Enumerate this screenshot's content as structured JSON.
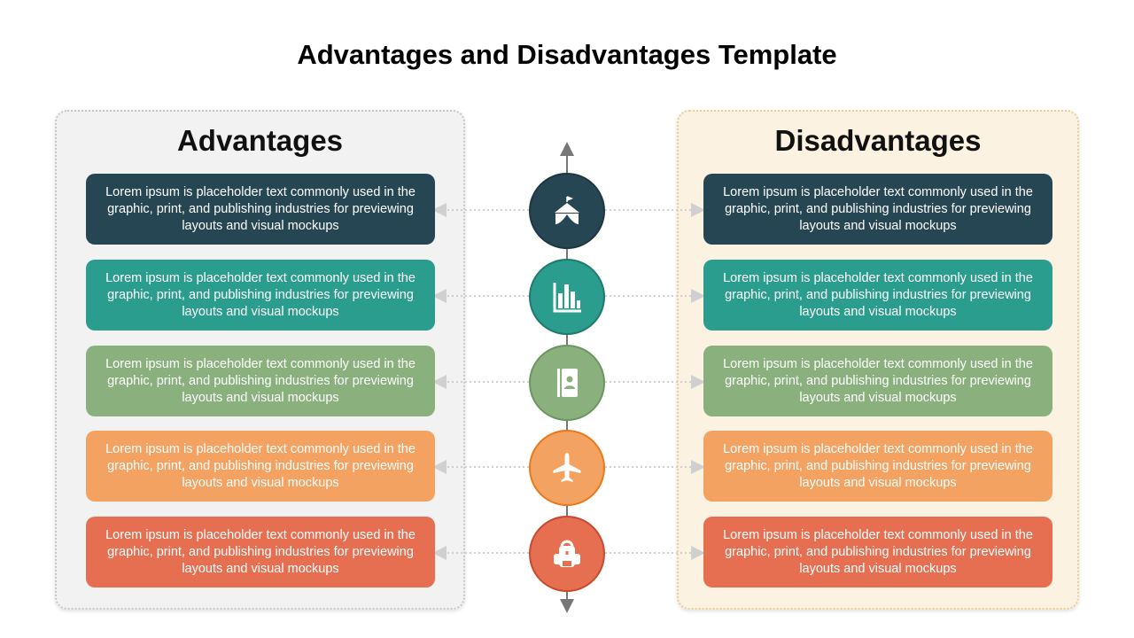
{
  "title": "Advantages and Disadvantages Template",
  "advantages": {
    "heading": "Advantages",
    "items": [
      "Lorem ipsum is placeholder text commonly used in the graphic, print, and publishing industries for previewing layouts and visual mockups",
      "Lorem ipsum is placeholder text commonly used in the graphic, print, and publishing industries for previewing layouts and visual mockups",
      "Lorem ipsum is placeholder text commonly used in the graphic, print, and publishing industries for previewing layouts and visual mockups",
      "Lorem ipsum is placeholder text commonly used in the graphic, print, and publishing industries for previewing layouts and visual mockups",
      "Lorem ipsum is placeholder text commonly used in the graphic, print, and publishing industries for previewing layouts and visual mockups"
    ]
  },
  "disadvantages": {
    "heading": "Disadvantages",
    "items": [
      "Lorem ipsum is placeholder text commonly used in the graphic, print, and publishing industries for previewing layouts and visual mockups",
      "Lorem ipsum is placeholder text commonly used in the graphic, print, and publishing industries for previewing layouts and visual mockups",
      "Lorem ipsum is placeholder text commonly used in the graphic, print, and publishing industries for previewing layouts and visual mockups",
      "Lorem ipsum is placeholder text commonly used in the graphic, print, and publishing industries for previewing layouts and visual mockups",
      "Lorem ipsum is placeholder text commonly used in the graphic, print, and publishing industries for previewing layouts and visual mockups"
    ]
  },
  "icons": [
    "circus-tent-icon",
    "bar-chart-icon",
    "contact-book-icon",
    "airplane-icon",
    "backpack-icon"
  ],
  "colors": [
    "#264653",
    "#2a9d8f",
    "#8ab17d",
    "#f4a261",
    "#e76f51"
  ],
  "borders": [
    "#1d3640",
    "#1f7a6f",
    "#6f955f",
    "#e8791c",
    "#c8492d"
  ]
}
